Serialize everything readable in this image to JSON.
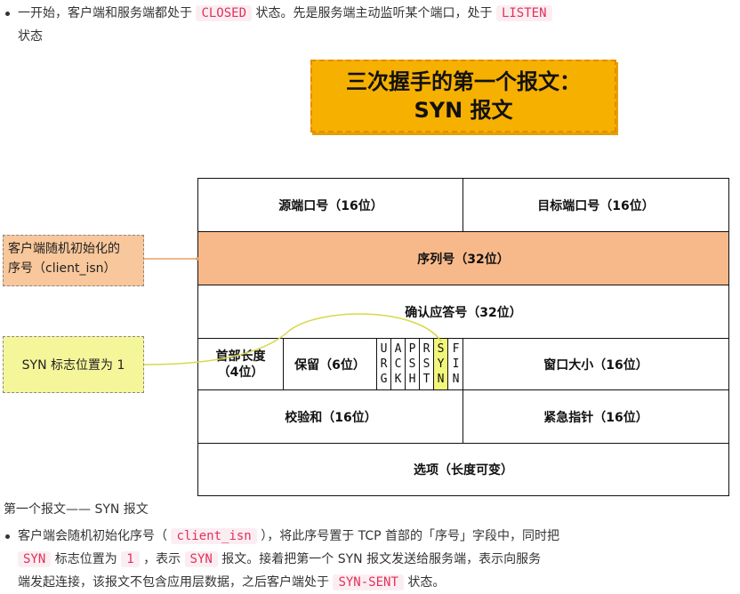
{
  "intro": {
    "text1": "一开始，客户端和服务端都处于",
    "code1": "CLOSED",
    "text2": "状态。先是服务端主动监听某个端口，处于",
    "code2": "LISTEN",
    "text3": "状态"
  },
  "figure_title": {
    "line1": "三次握手的第一个报文：",
    "line2": "SYN 报文"
  },
  "header_fields": {
    "src_port": "源端口号（16位）",
    "dst_port": "目标端口号（16位）",
    "seq": "序列号（32位）",
    "ack": "确认应答号（32位）",
    "hdr_len_1": "首部长度",
    "hdr_len_2": "（4位）",
    "reserved": "保留（6位）",
    "window": "窗口大小（16位）",
    "checksum": "校验和（16位）",
    "urgent": "紧急指针（16位）",
    "options": "选项（长度可变）"
  },
  "flags": [
    {
      "l1": "U",
      "l2": "R",
      "l3": "G"
    },
    {
      "l1": "A",
      "l2": "C",
      "l3": "K"
    },
    {
      "l1": "P",
      "l2": "S",
      "l3": "H"
    },
    {
      "l1": "R",
      "l2": "S",
      "l3": "T"
    },
    {
      "l1": "S",
      "l2": "Y",
      "l3": "N"
    },
    {
      "l1": "F",
      "l2": "I",
      "l3": "N"
    }
  ],
  "colors": {
    "seq_highlight": "#f8b98a",
    "syn_highlight": "#f2f77a",
    "title_bg": "#f6b000",
    "note_client_isn_bg": "#f8c79b",
    "note_syn_bg": "#f5f69a",
    "code": "#e3305a"
  },
  "annotations": {
    "client_isn_1": "客户端随机初始化的",
    "client_isn_2": "序号（client_isn）",
    "syn_flag": "SYN 标志位置为 1"
  },
  "caption": "第一个报文—— SYN 报文",
  "detail": {
    "t1": "客户端会随机初始化序号（",
    "c1": "client_isn",
    "t2": "），将此序号置于 TCP 首部的「序号」字段中，同时把",
    "c2": "SYN",
    "t3": "标志位置为",
    "c3": "1",
    "t4": "，表示",
    "c4": "SYN",
    "t5": "报文。接着把第一个 SYN 报文发送给服务端，表示向服务",
    "t6": "端发起连接，该报文不包含应用层数据，之后客户端处于",
    "c5": "SYN-SENT",
    "t7": "状态。"
  }
}
